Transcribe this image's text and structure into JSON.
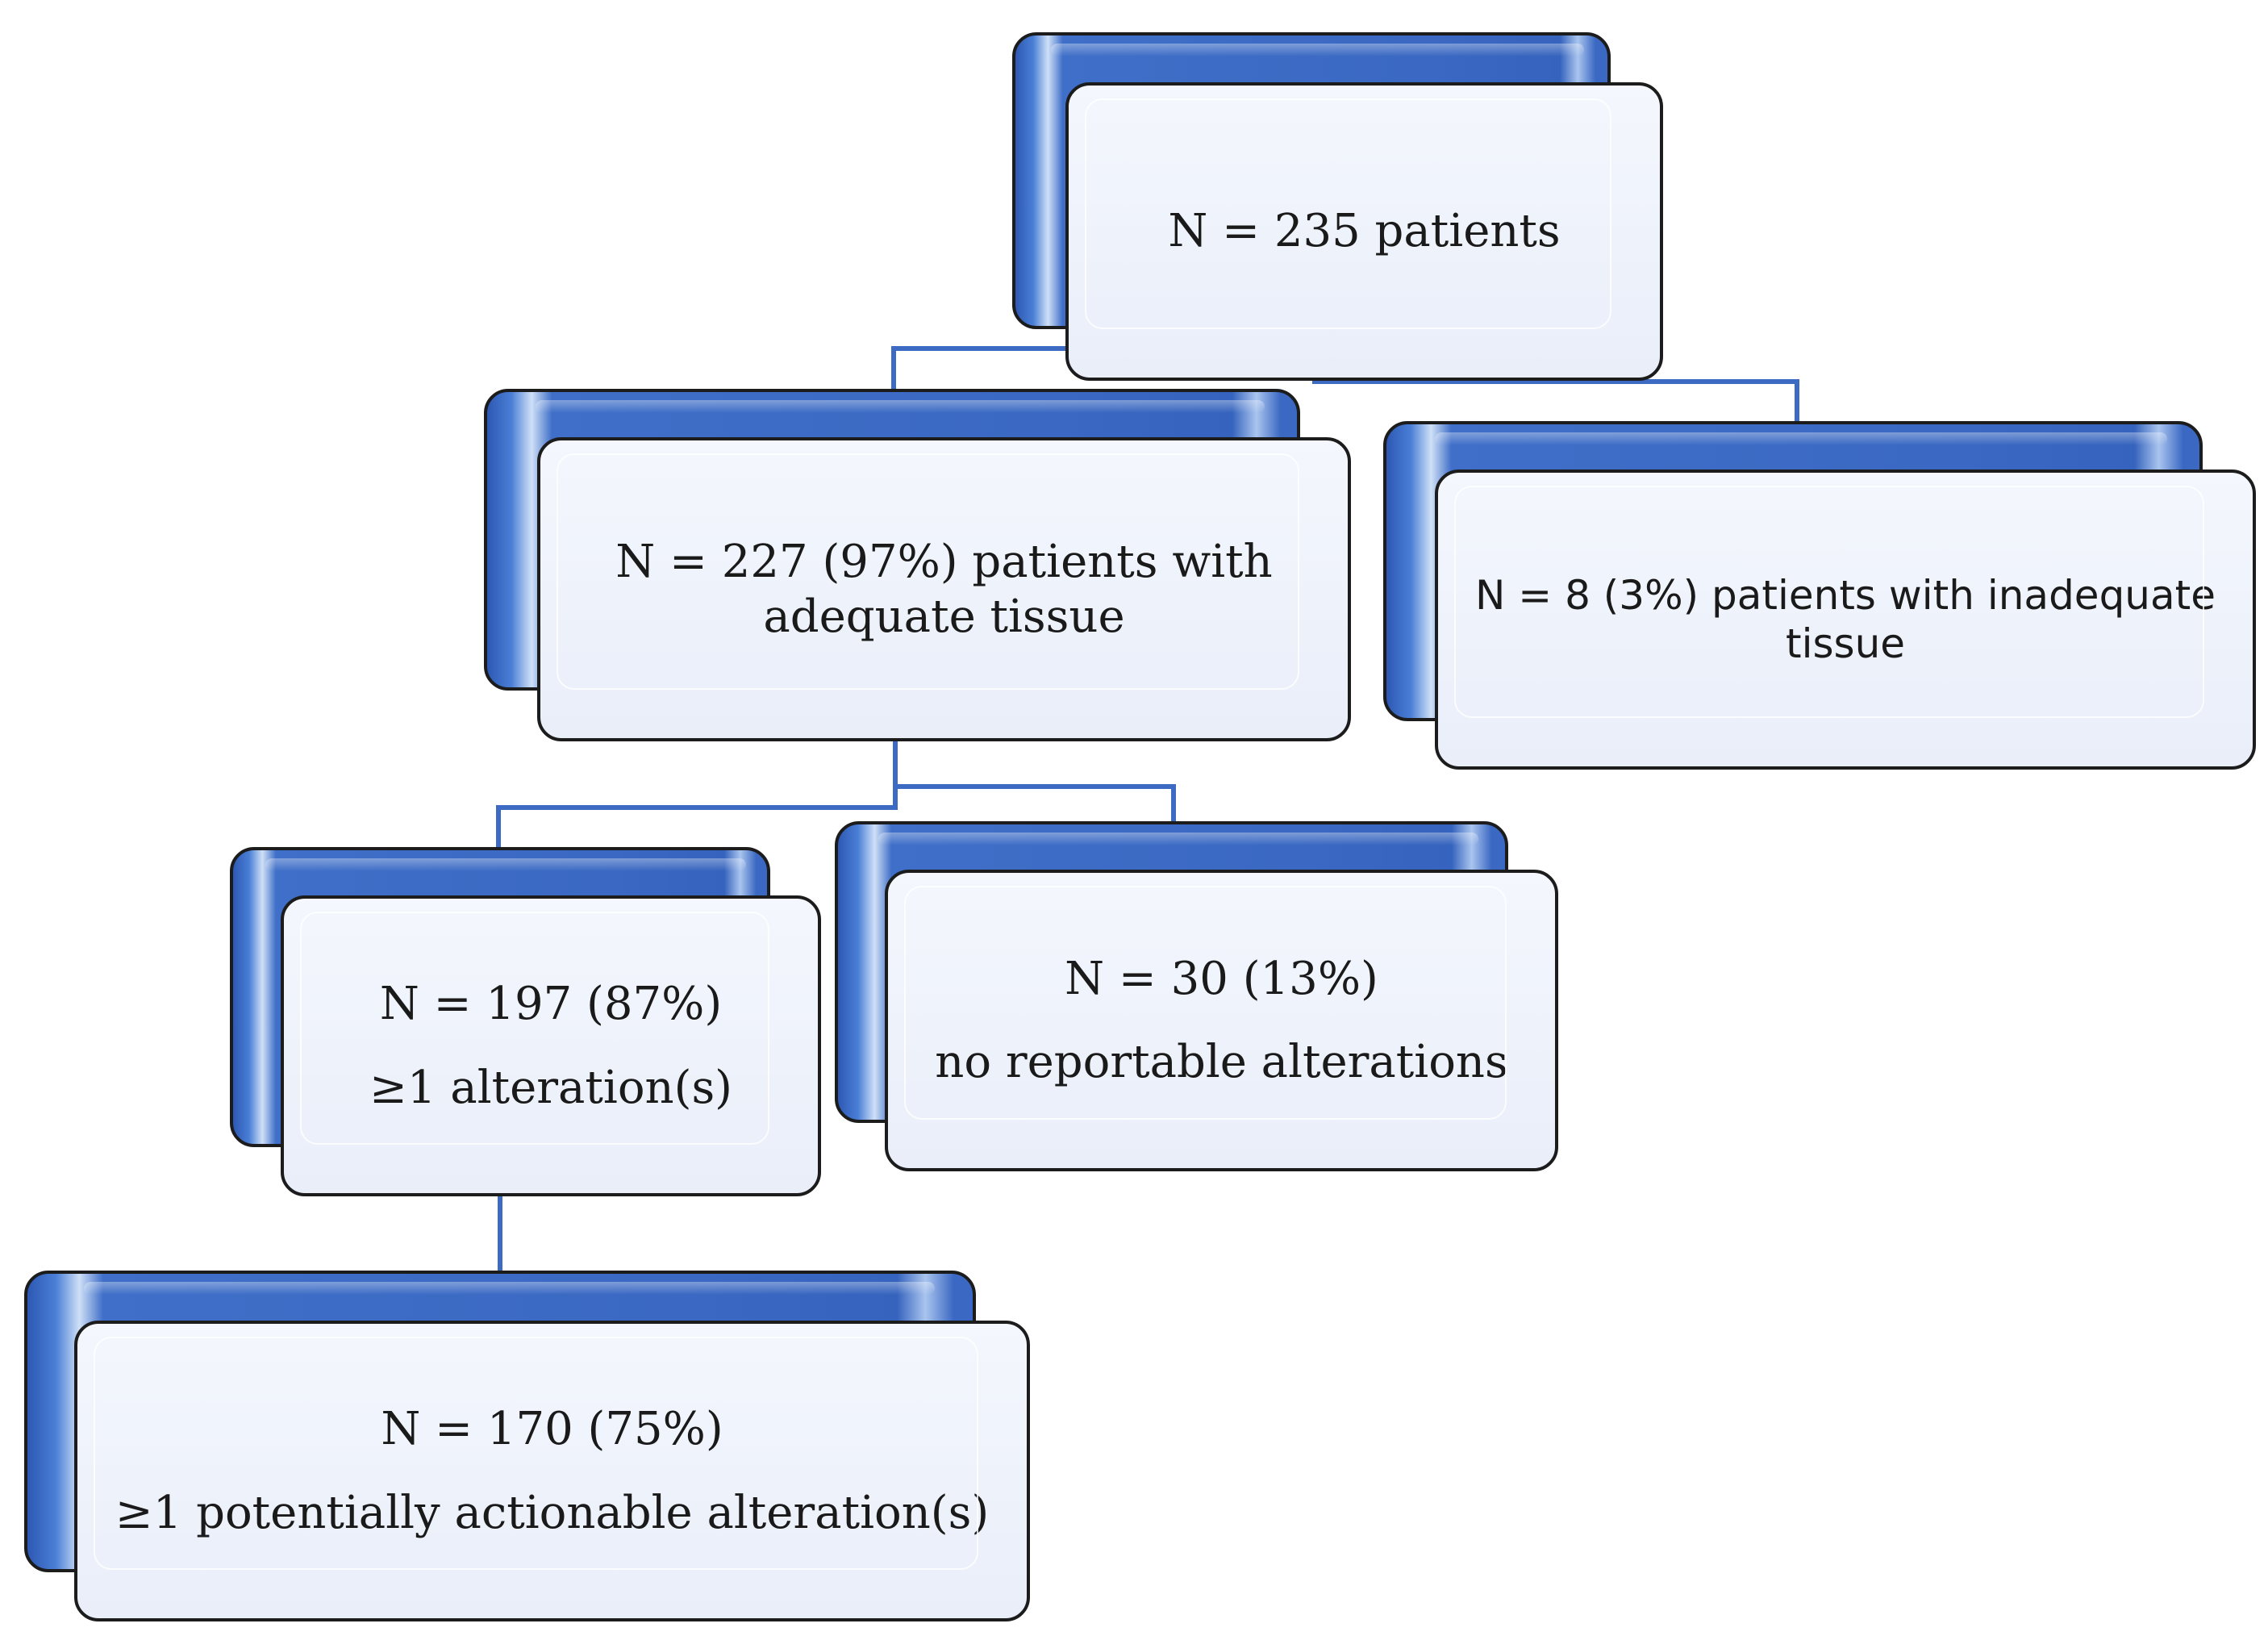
{
  "flowchart": {
    "root": {
      "line1": "N = 235 patients"
    },
    "adequate": {
      "line1": "N = 227 (97%) patients with",
      "line2": "adequate tissue"
    },
    "inadequate": {
      "line1": "N = 8 (3%) patients with inadequate",
      "line2": "tissue"
    },
    "altered": {
      "line1": "N = 197 (87%)",
      "line2": "≥1 alteration(s)"
    },
    "no_alterations": {
      "line1": "N = 30 (13%)",
      "line2": "no reportable  alterations"
    },
    "actionable": {
      "line1": "N = 170 (75%)",
      "line2": "≥1 potentially actionable alteration(s)"
    }
  },
  "colors": {
    "connector": "#3d6bc4",
    "box_blue": "#3a68c2",
    "box_front": "#ecf1fa",
    "border": "#1c1c1c"
  }
}
